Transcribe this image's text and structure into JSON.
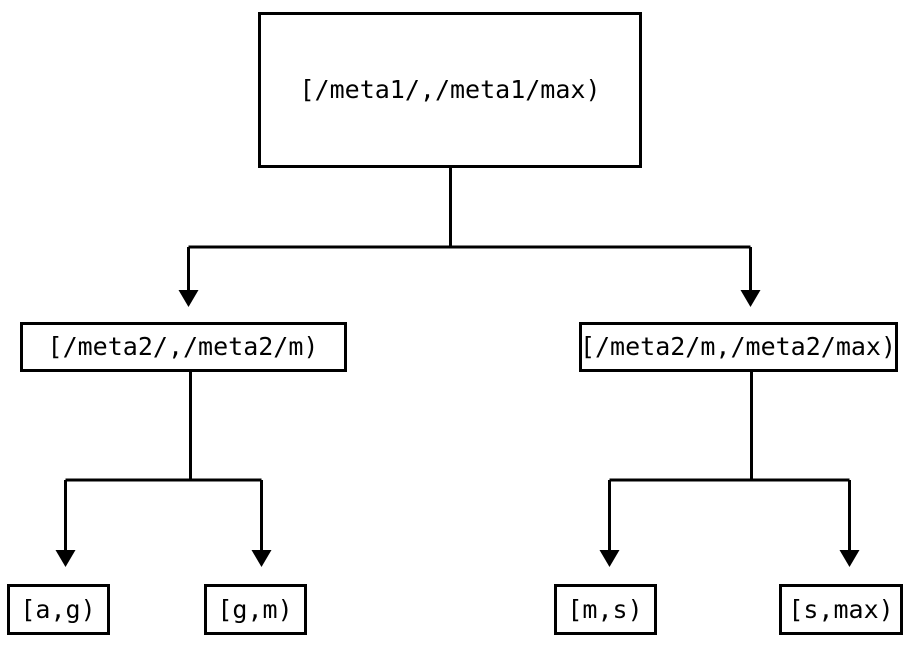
{
  "diagram": {
    "type": "tree",
    "title": "",
    "orientation": "top-down",
    "colors": {
      "background": "#ffffff",
      "node_fill": "#ffffff",
      "node_stroke": "#000000",
      "edge": "#000000",
      "text": "#000000"
    },
    "levels": [
      {
        "name": "root",
        "nodes": [
          {
            "id": "root",
            "label": "[/meta1/,/meta1/max)"
          }
        ]
      },
      {
        "name": "level-2",
        "nodes": [
          {
            "id": "mid-left",
            "label": "[/meta2/,/meta2/m)"
          },
          {
            "id": "mid-right",
            "label": "[/meta2/m,/meta2/max)"
          }
        ]
      },
      {
        "name": "leaves",
        "nodes": [
          {
            "id": "leaf-1",
            "label": "[a,g)"
          },
          {
            "id": "leaf-2",
            "label": "[g,m)"
          },
          {
            "id": "leaf-3",
            "label": "[m,s)"
          },
          {
            "id": "leaf-4",
            "label": "[s,max)"
          }
        ]
      }
    ],
    "edges": [
      {
        "from": "root",
        "to": "mid-left"
      },
      {
        "from": "root",
        "to": "mid-right"
      },
      {
        "from": "mid-left",
        "to": "leaf-1"
      },
      {
        "from": "mid-left",
        "to": "leaf-2"
      },
      {
        "from": "mid-right",
        "to": "leaf-3"
      },
      {
        "from": "mid-right",
        "to": "leaf-4"
      }
    ]
  }
}
